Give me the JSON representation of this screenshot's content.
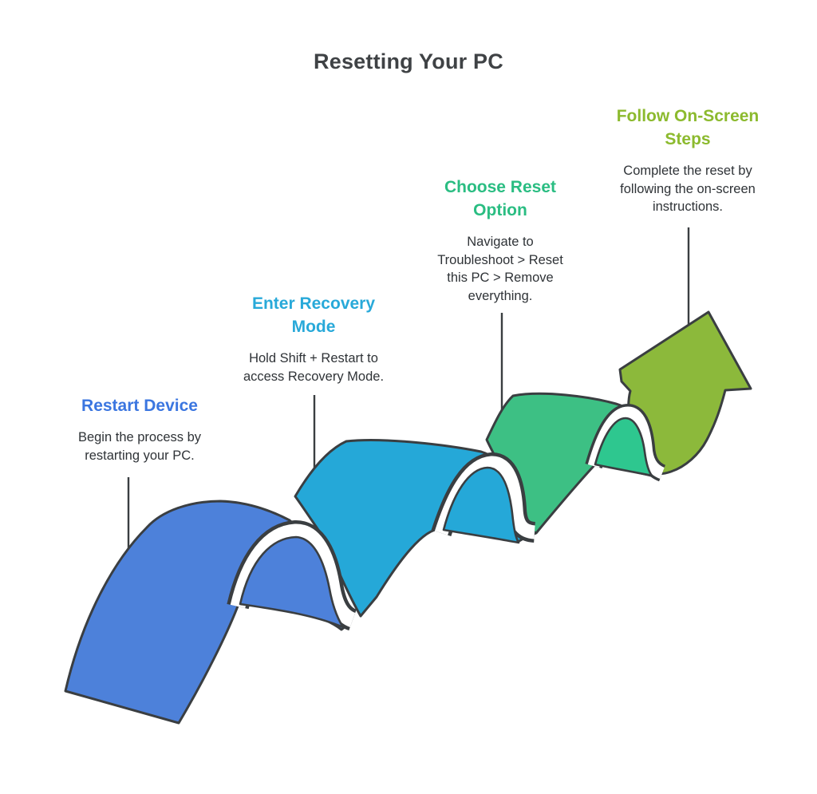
{
  "page_title": "Resetting Your PC",
  "steps": [
    {
      "title": "Restart Device",
      "description": "Begin the process by\nrestarting your PC.",
      "accent_color": "#3b76e0"
    },
    {
      "title": "Enter Recovery\nMode",
      "description": "Hold Shift + Restart to\naccess Recovery Mode.",
      "accent_color": "#28a9d9"
    },
    {
      "title": "Choose Reset\nOption",
      "description": "Navigate to\nTroubleshoot > Reset\nthis PC > Remove\neverything.",
      "accent_color": "#2abd82"
    },
    {
      "title": "Follow On-Screen\nSteps",
      "description": "Complete the reset by\nfollowing the on-screen\ninstructions.",
      "accent_color": "#8cba2e"
    }
  ],
  "ribbon": {
    "outline_color": "#3a3e41",
    "segment_colors": {
      "step1": "#4d81da",
      "step2": "#25a8d8",
      "step3": "#3dc084",
      "step3_fold": "#2ec78f",
      "step4_arrow": "#8cb93b"
    }
  },
  "text_colors": {
    "heading": "#3f4245",
    "body": "#2f3337"
  }
}
